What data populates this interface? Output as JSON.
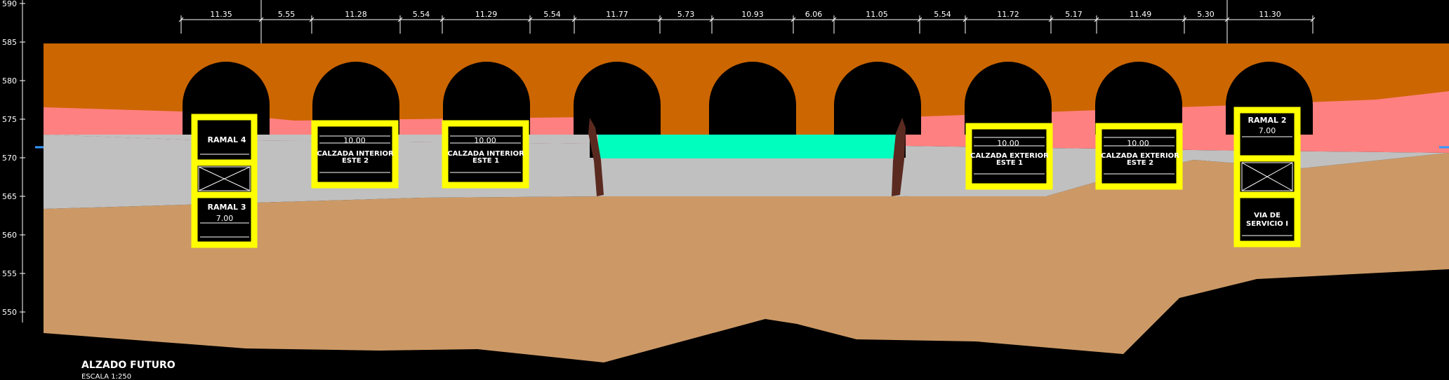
{
  "title": "ALZADO FUTURO",
  "scale": "ESCALA 1:250",
  "elevation_labels": [
    "590",
    "585",
    "580",
    "575",
    "570",
    "565",
    "560",
    "555",
    "550"
  ],
  "dimensions": [
    "11.35",
    "5.55",
    "11.28",
    "5.54",
    "11.29",
    "5.54",
    "11.77",
    "5.73",
    "10.93",
    "6.06",
    "11.05",
    "5.54",
    "11.72",
    "5.17",
    "11.49",
    "5.30",
    "11.30"
  ],
  "boxes": {
    "ramal4": "RAMAL 4",
    "ramal3": "RAMAL 3",
    "ramal3_width": "7.00",
    "ci2_width": "10.00",
    "ci2_line1": "CALZADA INTERIOR",
    "ci2_line2": "ESTE 2",
    "ci1_width": "10.00",
    "ci1_line1": "CALZADA INTERIOR",
    "ci1_line2": "ESTE 1",
    "ce1_width": "10.00",
    "ce1_line1": "CALZADA EXTERIOR",
    "ce1_line2": "ESTE 1",
    "ce2_width": "10.00",
    "ce2_line1": "CALZADA EXTERIOR",
    "ce2_line2": "ESTE 2",
    "ramal2": "RAMAL 2",
    "ramal2_width": "7.00",
    "via_line1": "VIA DE",
    "via_line2": "SERVICIO I"
  },
  "colors": {
    "structure": "#cc6600",
    "pink_fill": "#ff8080",
    "grey_fill": "#c0c0c0",
    "ground": "#cc9966",
    "water": "#00ffbf",
    "box_frame": "#ffff00",
    "pier": "#5a2a20"
  }
}
